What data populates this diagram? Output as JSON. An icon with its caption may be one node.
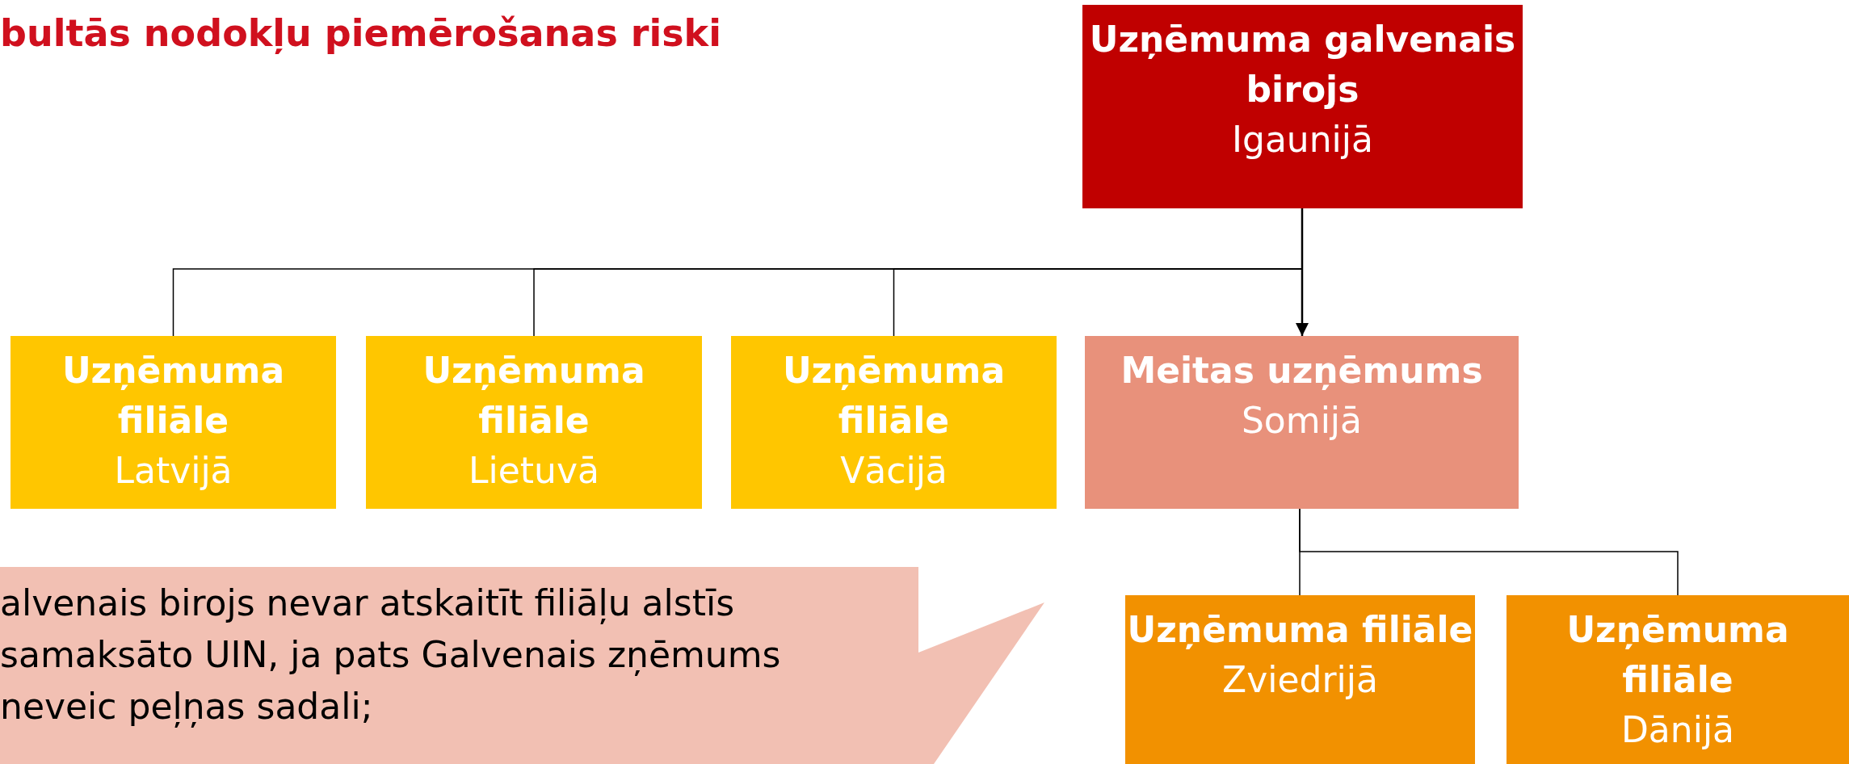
{
  "diagram": {
    "title": "bultās nodokļu piemērošanas riski",
    "nodes": [
      {
        "text": [
          "Uzņēmuma galvenais birojs",
          "Igaunijā"
        ]
      },
      {
        "text": [
          "Uzņēmuma filiāle",
          "Latvijā"
        ]
      },
      {
        "text": [
          "Uzņēmuma filiāle",
          "Lietuvā"
        ]
      },
      {
        "text": [
          "Uzņēmuma filiāle",
          "Vācijā"
        ]
      },
      {
        "text": [
          "Meitas uzņēmums",
          "Somijā"
        ]
      },
      {
        "text": [
          "alvenais birojs nevar atskaitīt filiāļu alstīs samaksāto UIN, ja pats Galvenais zņēmums neveic peļņas sadali;"
        ]
      },
      {
        "text": [
          "Uzņēmuma filiāle",
          "Zviedrijā"
        ]
      },
      {
        "text": [
          "Uzņēmuma filiāle",
          "Dānijā"
        ]
      }
    ],
    "edges": [
      {
        "from": 0,
        "to": 1,
        "arrow": "none"
      },
      {
        "from": 0,
        "to": 2,
        "arrow": "none"
      },
      {
        "from": 0,
        "to": 3,
        "arrow": "none"
      },
      {
        "from": 0,
        "to": 4,
        "arrow": "to"
      },
      {
        "from": 4,
        "to": 6,
        "arrow": "none"
      },
      {
        "from": 4,
        "to": 7,
        "arrow": "none"
      }
    ]
  }
}
